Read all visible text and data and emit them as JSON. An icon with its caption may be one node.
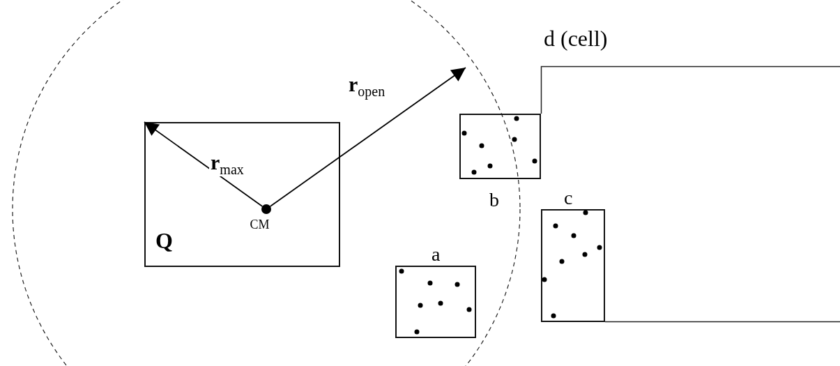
{
  "diagram": {
    "nodes": [
      {
        "text": [
          "Q"
        ]
      },
      {
        "text": [],
        "shape": "circle",
        "beside": [
          "CM"
        ],
        "in": 0
      },
      {
        "text": [
          "d (cell)"
        ]
      },
      {
        "text": [
          "b"
        ]
      },
      {
        "text": [
          "c"
        ],
        "in": 2
      },
      {
        "text": [
          "a"
        ]
      }
    ],
    "edges": [
      {
        "from": 1,
        "to": 0,
        "arrow": "to",
        "label": "**r**$_{max}$"
      },
      {
        "from": 1,
        "to": null,
        "arrow": "to",
        "label": "**r**$_{open}$"
      }
    ]
  }
}
